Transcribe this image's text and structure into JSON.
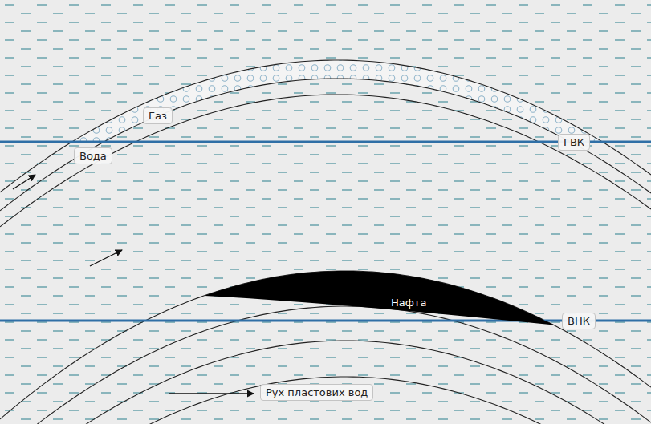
{
  "diagram": {
    "nodes": [
      {
        "text": [
          "Газ"
        ]
      },
      {
        "text": [
          "Вода"
        ]
      },
      {
        "text": [
          "ГВК"
        ]
      },
      {
        "text": [
          "Нафта"
        ]
      },
      {
        "text": [
          "ВНК"
        ]
      },
      {
        "text": [
          "Рух пластових вод"
        ]
      }
    ]
  }
}
